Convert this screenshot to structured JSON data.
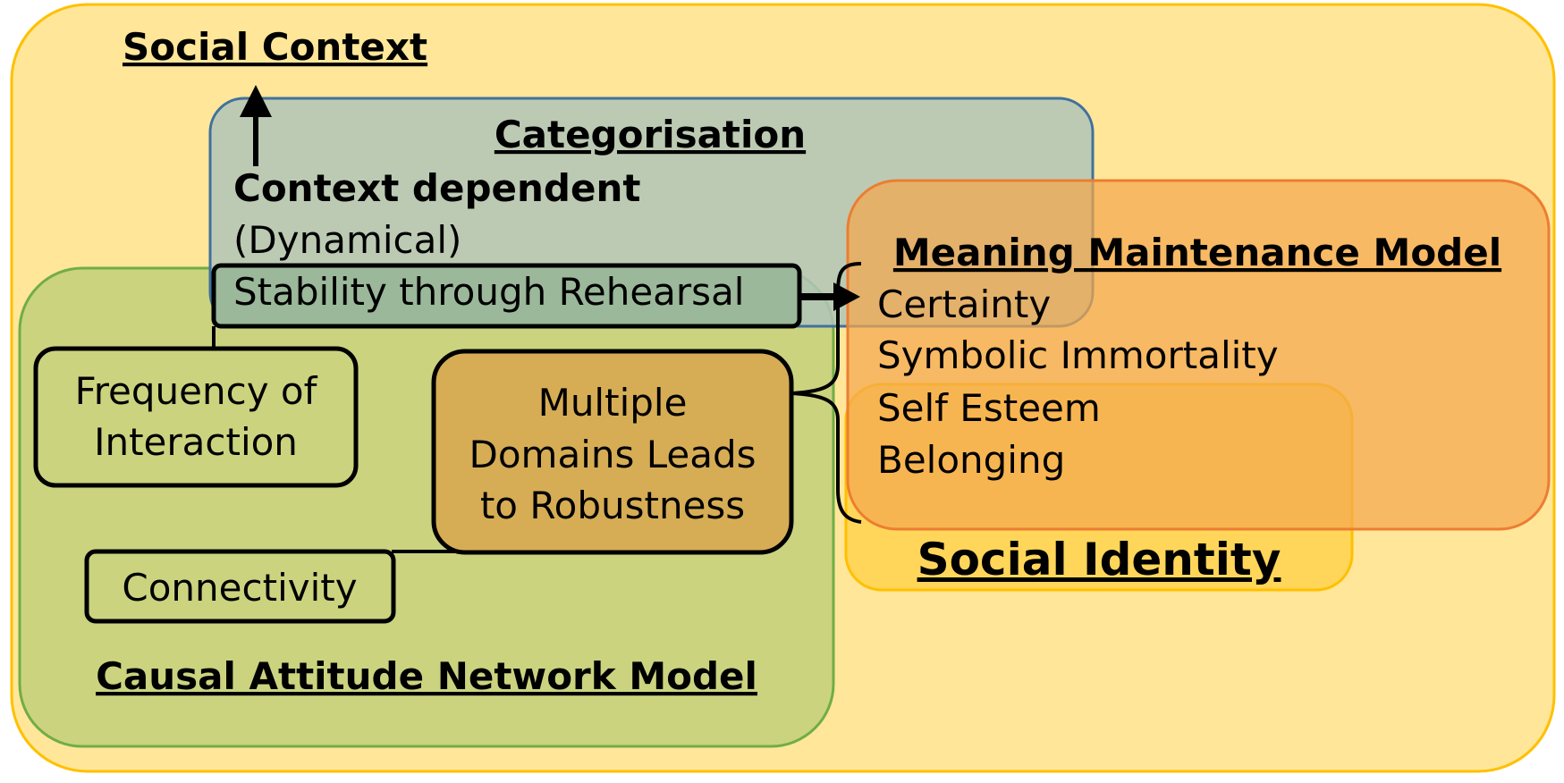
{
  "social_context": {
    "title": "Social Context"
  },
  "categorisation": {
    "title": "Categorisation",
    "line1": "Context dependent",
    "line2": "(Dynamical)"
  },
  "stability": {
    "label": "Stability through Rehearsal"
  },
  "frequency": {
    "line1": "Frequency of",
    "line2": "Interaction"
  },
  "multiple_domains": {
    "line1": "Multiple",
    "line2": "Domains Leads",
    "line3": "to Robustness"
  },
  "connectivity": {
    "label": "Connectivity"
  },
  "canm": {
    "title": "Causal Attitude Network Model"
  },
  "mmm": {
    "title": "Meaning Maintenance Model",
    "items": [
      "Certainty",
      "Symbolic Immortality",
      "Self Esteem",
      "Belonging"
    ]
  },
  "social_identity": {
    "title": "Social Identity"
  },
  "colors": {
    "social_context_fill": "#FFE699",
    "social_context_stroke": "#FFC000",
    "categorisation_fill": "#B0C4B8",
    "categorisation_stroke": "#41719C",
    "canm_fill": "#C5D07C",
    "canm_stroke": "#70AD47",
    "mmm_fill": "#F4A84E",
    "mmm_stroke": "#ED7D31",
    "social_identity_fill": "#FFD24D",
    "social_identity_stroke": "#FFC000",
    "multiple_domains_fill": "#D6AD55",
    "stability_fill": "#9BB89A"
  }
}
